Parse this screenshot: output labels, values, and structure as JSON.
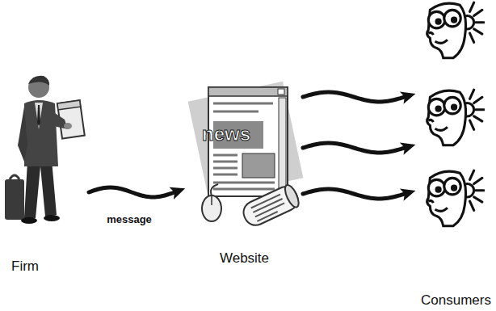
{
  "diagram": {
    "nodes": [
      {
        "text": [
          "Firm"
        ]
      },
      {
        "text": [
          "Website"
        ]
      },
      {
        "text": [
          "Consumers"
        ]
      }
    ],
    "edges": [
      {
        "from": 0,
        "to": 1,
        "label": "message",
        "arrow": "to"
      },
      {
        "from": 1,
        "to": 2,
        "arrow": "to"
      },
      {
        "from": 1,
        "to": 2,
        "arrow": "to"
      },
      {
        "from": 1,
        "to": 2,
        "arrow": "to"
      }
    ],
    "labels": [
      "news"
    ]
  }
}
